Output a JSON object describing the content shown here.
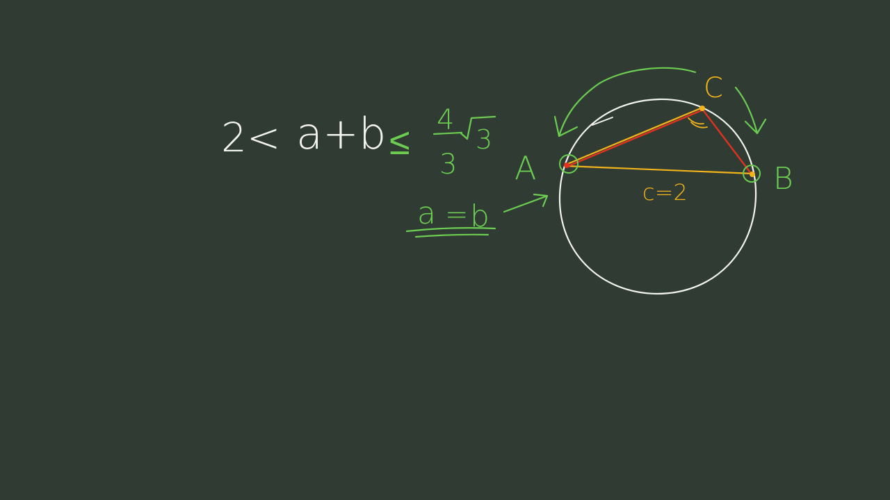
{
  "board": {
    "background": "#303c33",
    "colors": {
      "white": "#f4f4f0",
      "green": "#6ccd52",
      "yellow": "#f2b41b",
      "red": "#e0321e"
    }
  },
  "inequality": {
    "left": "2<",
    "expr": "a+b",
    "relation": "≤",
    "frac_num": "4",
    "frac_den": "3",
    "radical": "3"
  },
  "equality_note": {
    "lhs": "a",
    "eq": "=",
    "rhs": "b"
  },
  "points": {
    "A": "A",
    "B": "B",
    "C": "C"
  },
  "side_label": "c=2"
}
